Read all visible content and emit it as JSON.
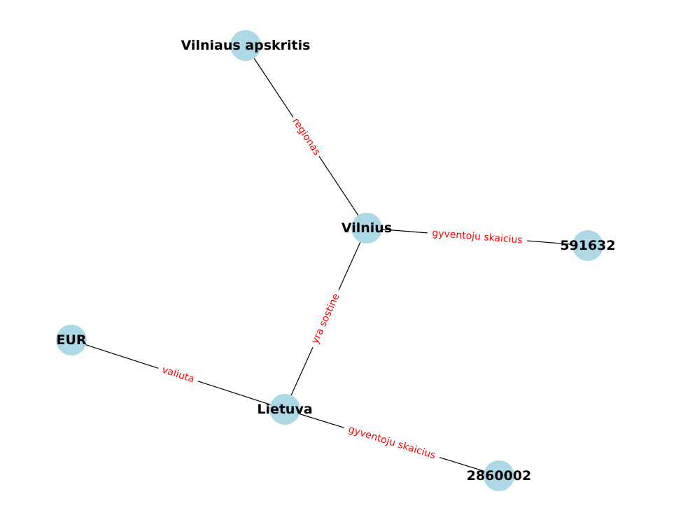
{
  "graph": {
    "node_color": "#add8e6",
    "edge_color": "#000000",
    "edge_label_color": "#ff0000",
    "nodes": [
      {
        "id": "Vilniaus apskritis"
      },
      {
        "id": "Vilnius"
      },
      {
        "id": "591632"
      },
      {
        "id": "EUR"
      },
      {
        "id": "Lietuva"
      },
      {
        "id": "2860002"
      }
    ],
    "edges": [
      {
        "source": "Vilnius",
        "target": "Vilniaus apskritis",
        "label": "regionas"
      },
      {
        "source": "Vilnius",
        "target": "591632",
        "label": "gyventoju skaicius"
      },
      {
        "source": "Lietuva",
        "target": "Vilnius",
        "label": "yra sostine"
      },
      {
        "source": "Lietuva",
        "target": "EUR",
        "label": "valiuta"
      },
      {
        "source": "Lietuva",
        "target": "2860002",
        "label": "gyventoju skaicius"
      }
    ]
  }
}
